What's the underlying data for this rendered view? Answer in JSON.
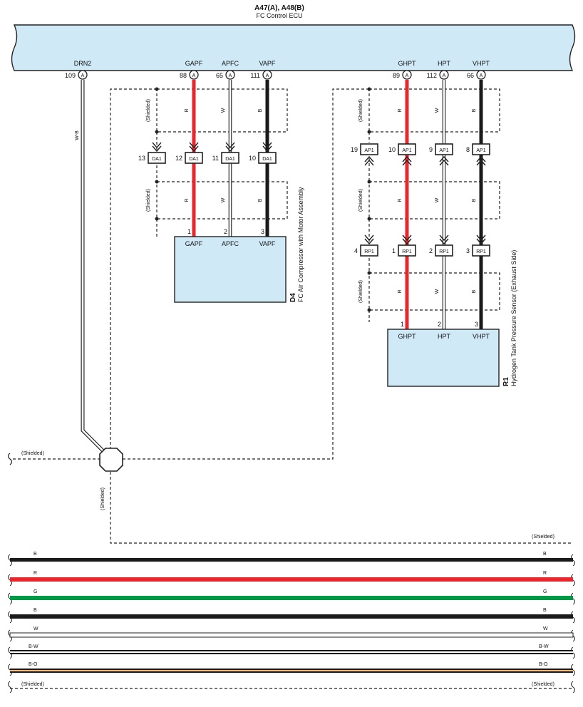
{
  "ecu": {
    "title": "A47(A), A48(B)",
    "name": "FC Control ECU",
    "terminals": [
      {
        "id": "drn2",
        "name": "DRN2",
        "pin": "109",
        "conn": "A"
      },
      {
        "id": "gapf",
        "name": "GAPF",
        "pin": "88",
        "conn": "A"
      },
      {
        "id": "apfc",
        "name": "APFC",
        "pin": "65",
        "conn": "A"
      },
      {
        "id": "vapf",
        "name": "VAPF",
        "pin": "111",
        "conn": "A"
      },
      {
        "id": "ghpt",
        "name": "GHPT",
        "pin": "89",
        "conn": "A"
      },
      {
        "id": "hpt",
        "name": "HPT",
        "pin": "112",
        "conn": "A"
      },
      {
        "id": "vhpt",
        "name": "VHPT",
        "pin": "66",
        "conn": "A"
      }
    ]
  },
  "drain_wire": "W-B",
  "shielded_label": "(Shielded)",
  "wire_labels": {
    "red": "R",
    "white": "W",
    "black": "B"
  },
  "connectors": {
    "da1": {
      "name": "DA1",
      "pins": [
        "13",
        "12",
        "11",
        "10"
      ]
    },
    "ap1": {
      "name": "AP1",
      "pins": [
        "19",
        "10",
        "9",
        "8"
      ]
    },
    "rp1": {
      "name": "RP1",
      "pins": [
        "4",
        "1",
        "2",
        "3"
      ]
    }
  },
  "d4": {
    "code": "D4",
    "name": "FC Air Compressor with Motor Assembly",
    "pins": [
      {
        "num": "1",
        "name": "GAPF"
      },
      {
        "num": "2",
        "name": "APFC"
      },
      {
        "num": "3",
        "name": "VAPF"
      }
    ]
  },
  "r1": {
    "code": "R1",
    "name": "Hydrogen Tank Pressure Sensor (Exhaust Side)",
    "pins": [
      {
        "num": "1",
        "name": "GHPT"
      },
      {
        "num": "2",
        "name": "HPT"
      },
      {
        "num": "3",
        "name": "VHPT"
      }
    ]
  },
  "bus": [
    {
      "label": "B",
      "color": "#1a1a1a"
    },
    {
      "label": "R",
      "color": "#e8262b"
    },
    {
      "label": "G",
      "color": "#009a44"
    },
    {
      "label": "B",
      "color": "#1a1a1a"
    },
    {
      "label": "W",
      "color": "#ffffff"
    },
    {
      "label": "B-W",
      "color": "#1a1a1a"
    },
    {
      "label": "B-O",
      "color": "#f3b87a"
    },
    {
      "label": "(Shielded)",
      "color": "none"
    }
  ],
  "colors": {
    "ecu_fill": "#cfe9f7",
    "red": "#e8262b",
    "black": "#1a1a1a",
    "green": "#009a44",
    "orange": "#f3b87a"
  }
}
